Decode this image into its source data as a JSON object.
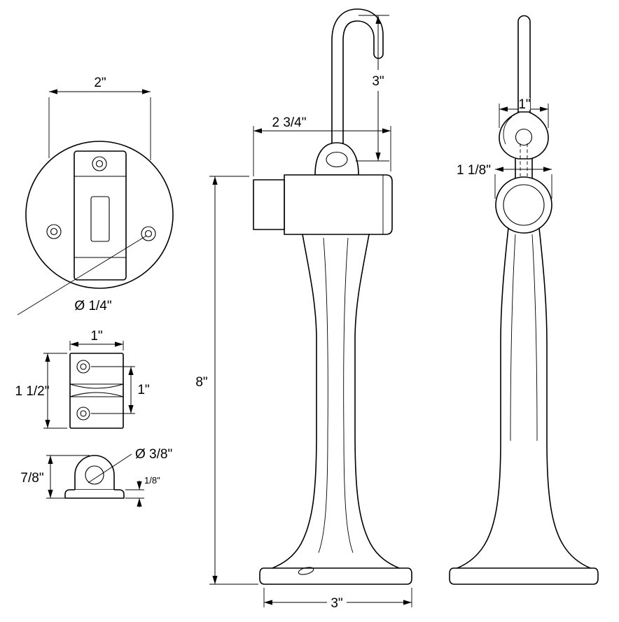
{
  "drawing": {
    "background": "#ffffff",
    "line_color": "#000000",
    "views": {
      "top": {
        "width_dim": "2\"",
        "hole_dia": "Ø 1/4\""
      },
      "keeper": {
        "width_dim": "1\"",
        "height_dim": "1 1/2\"",
        "hole_spacing_dim": "1\""
      },
      "eye": {
        "hole_dia": "Ø 3/8\"",
        "height_dim": "7/8\"",
        "base_thickness_dim": "1/8\""
      },
      "front": {
        "hook_height_dim": "3\"",
        "body_width_dim": "2 3/4\"",
        "overall_height_dim": "8\"",
        "base_width_dim": "3\""
      },
      "side": {
        "hook_width_dim": "1\"",
        "collar_dia_dim": "1 1/8\""
      }
    }
  }
}
